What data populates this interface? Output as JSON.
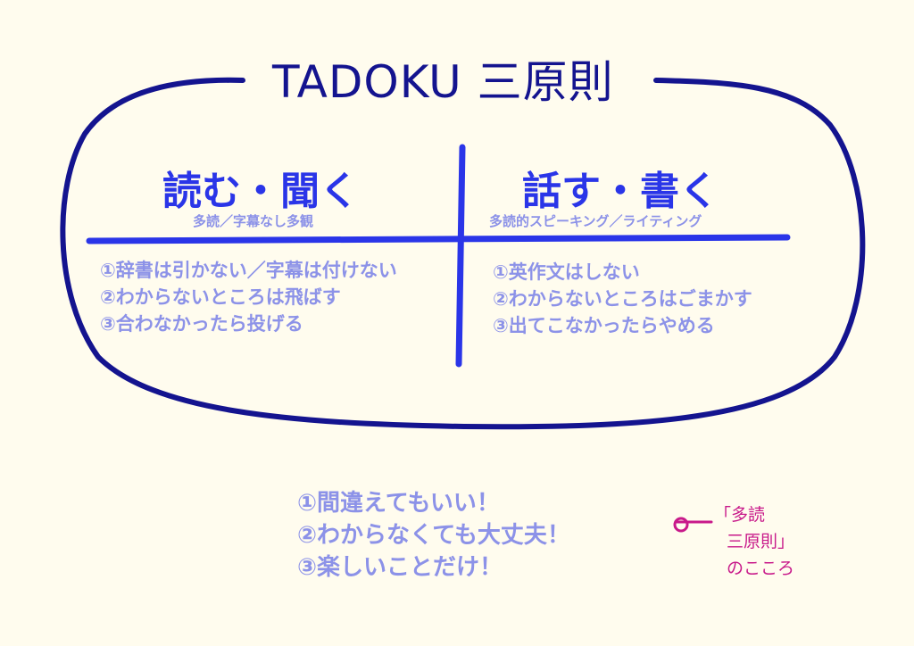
{
  "title": "TADOKU 三原則",
  "left": {
    "heading": "読む・聞く",
    "subheading": "多読／字幕なし多観",
    "rules": [
      "①辞書は引かない／字幕は付けない",
      "②わからないところは飛ばす",
      "③合わなかったら投げる"
    ]
  },
  "right": {
    "heading": "話す・書く",
    "subheading": "多読的スピーキング／ライティング",
    "rules": [
      "①英作文はしない",
      "②わからないところはごまかす",
      "③出てこなかったらやめる"
    ]
  },
  "spirit": {
    "items": [
      "①間違えてもいい！",
      "②わからなくても大丈夫！",
      "③楽しいことだけ！"
    ],
    "label_lines": [
      "「多読",
      "三原則」",
      "のこころ"
    ]
  },
  "colors": {
    "background": "#fffcee",
    "outline": "#14148f",
    "divider": "#2a35e8",
    "text": "#8c92e8",
    "annotation": "#c8198a"
  }
}
